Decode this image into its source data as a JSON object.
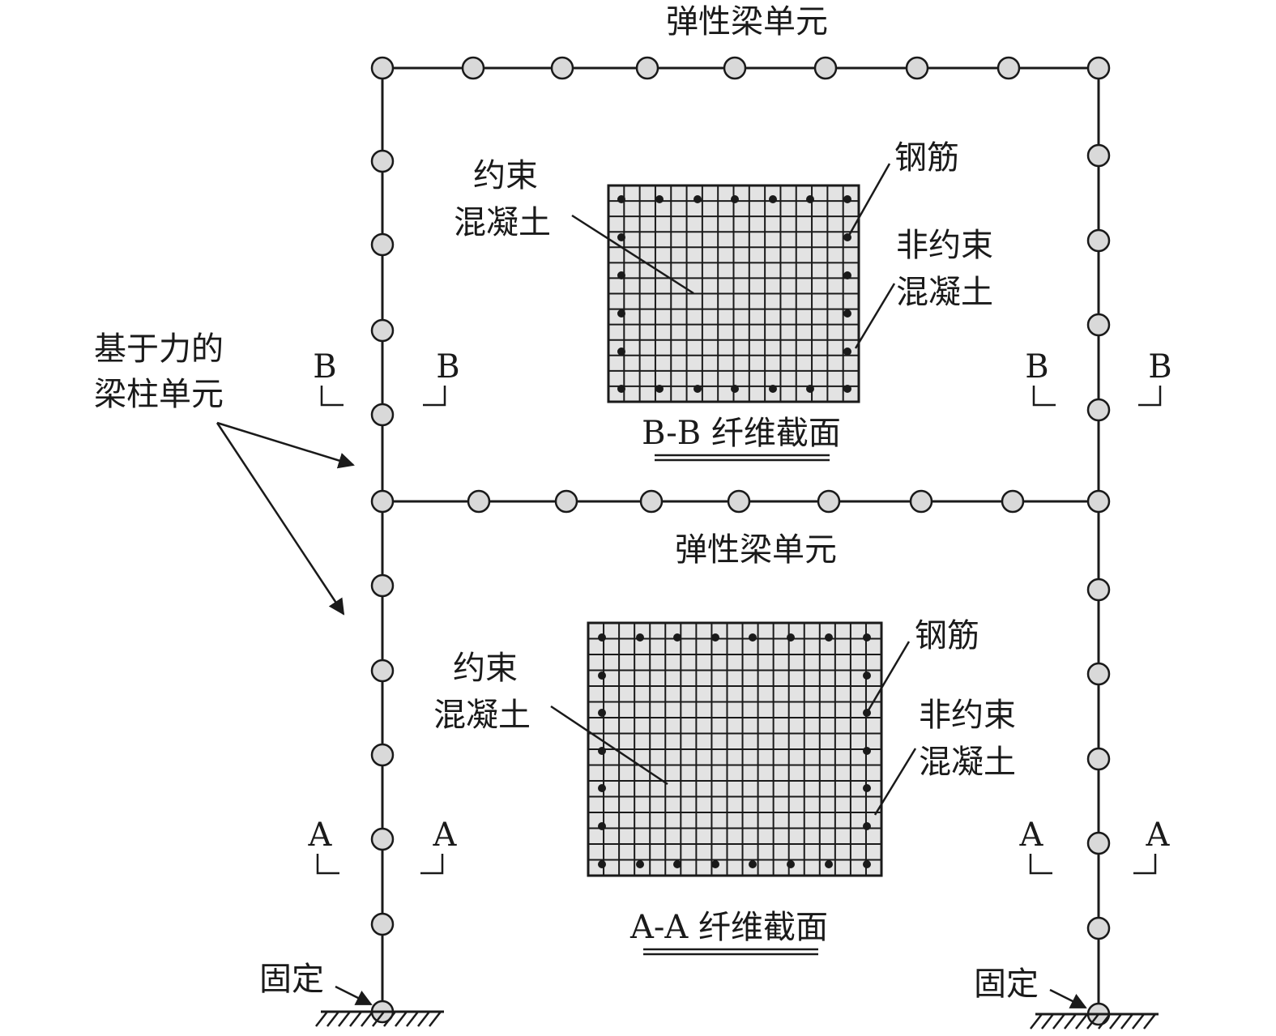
{
  "labels": {
    "top_beam": "弹性梁单元",
    "mid_beam": "弹性梁单元",
    "force_element_line1": "基于力的",
    "force_element_line2": "梁柱单元",
    "fixed_left": "固定",
    "fixed_right": "固定"
  },
  "sections": {
    "b_b": {
      "title": "B-B 纤维截面",
      "confined_line1": "约束",
      "confined_line2": "混凝土",
      "rebar": "钢筋",
      "unconfined_line1": "非约束",
      "unconfined_line2": "混凝土"
    },
    "a_a": {
      "title": "A-A 纤维截面",
      "confined_line1": "约束",
      "confined_line2": "混凝土",
      "rebar": "钢筋",
      "unconfined_line1": "非约束",
      "unconfined_line2": "混凝土"
    }
  },
  "cut_marks": {
    "b": "B",
    "a": "A"
  },
  "colors": {
    "stroke": "#1a1a1a",
    "node_fill": "#d9d9d9",
    "section_fill": "#e3e3e3"
  }
}
